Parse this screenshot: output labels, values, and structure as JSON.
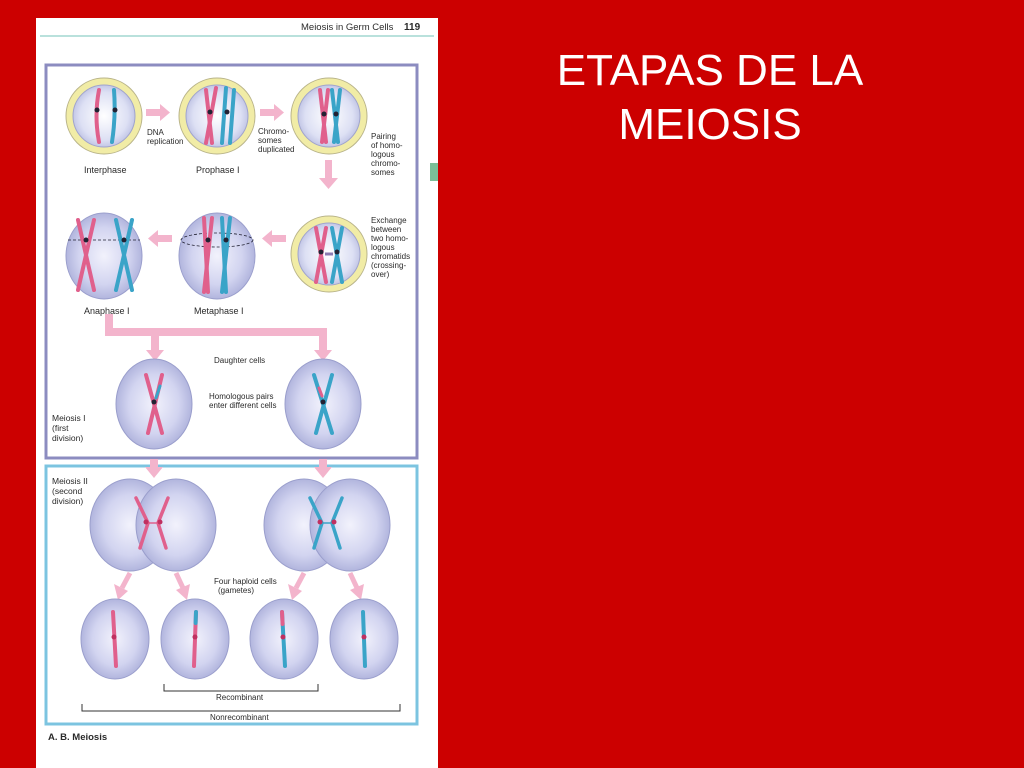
{
  "slide": {
    "title_lines": [
      "ETAPAS DE LA",
      "MEIOSIS"
    ],
    "background": "#cc0000",
    "title_color": "#ffffff"
  },
  "page": {
    "header_title": "Meiosis in Germ Cells",
    "page_number": "119",
    "caption": "A. B. Meiosis"
  },
  "labels": {
    "interphase": "Interphase",
    "prophase": "Prophase I",
    "metaphase": "Metaphase I",
    "anaphase": "Anaphase I",
    "dna_replication": [
      "DNA",
      "replication"
    ],
    "chromosomes_duplicated": [
      "Chromo-",
      "somes",
      "duplicated"
    ],
    "pairing": [
      "Pairing",
      "of homo-",
      "logous",
      "chromo-",
      "somes"
    ],
    "exchange": [
      "Exchange",
      "between",
      "two homo-",
      "logous",
      "chromatids",
      "(crossing-",
      "over)"
    ],
    "daughter_cells": "Daughter cells",
    "homologous_pairs": [
      "Homologous pairs",
      "enter different cells"
    ],
    "meiosis1": [
      "Meiosis I",
      "(first",
      "division)"
    ],
    "meiosis2": [
      "Meiosis II",
      "(second",
      "division)"
    ],
    "four_haploid": [
      "Four haploid cells",
      "(gametes)"
    ],
    "recombinant": "Recombinant",
    "nonrecombinant": "Nonrecombinant"
  },
  "colors": {
    "meiosis1_frame": "#8c8cc0",
    "meiosis2_frame": "#7cc4e0",
    "arrow": "#f3b4cc",
    "cell_fill": "#c4c8ec",
    "nucleus_ring": "#f1eca6",
    "chromosome_pink": "#e0608c",
    "chromosome_blue": "#3aa4c8",
    "accent": "#7bbf98"
  }
}
